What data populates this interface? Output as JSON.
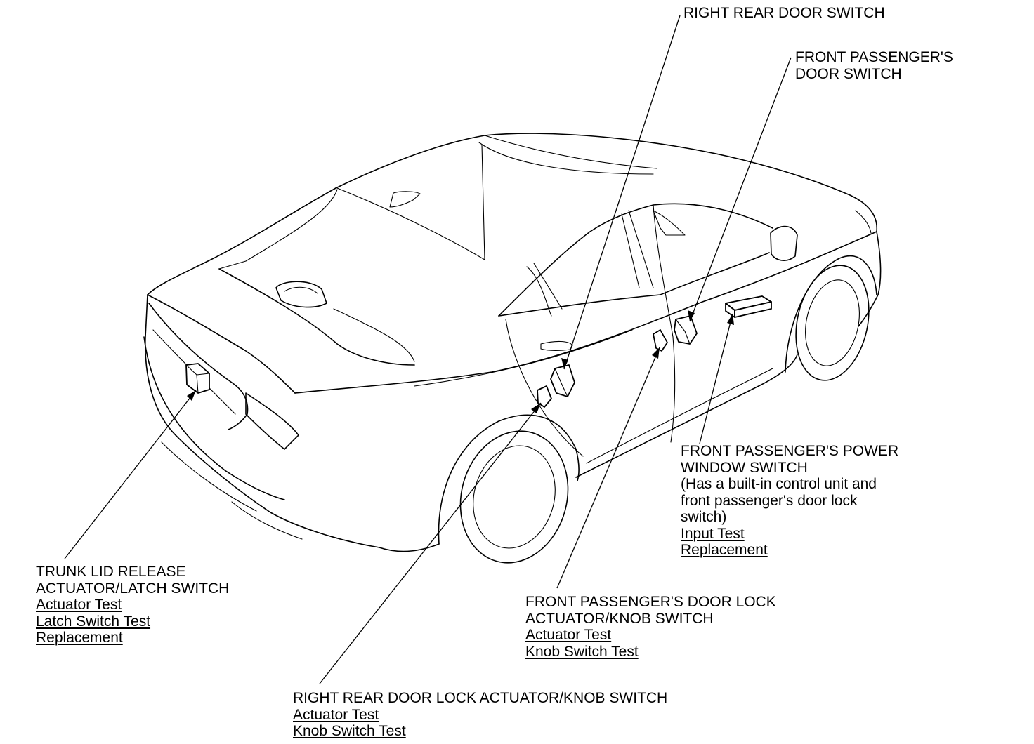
{
  "callouts": {
    "right_rear_door_switch": {
      "title": [
        "RIGHT REAR DOOR SWITCH"
      ],
      "links": []
    },
    "front_passenger_door_switch": {
      "title": [
        "FRONT PASSENGER'S",
        "DOOR SWITCH"
      ],
      "links": []
    },
    "front_passenger_power_window_switch": {
      "title": [
        "FRONT PASSENGER'S POWER",
        "WINDOW SWITCH"
      ],
      "notes": [
        "(Has a built-in control unit and",
        "front passenger's door lock",
        "switch)"
      ],
      "links": [
        "Input Test",
        "Replacement"
      ]
    },
    "trunk_lid_release": {
      "title": [
        "TRUNK LID RELEASE",
        "ACTUATOR/LATCH SWITCH"
      ],
      "links": [
        "Actuator Test",
        "Latch Switch Test",
        "Replacement"
      ]
    },
    "front_passenger_door_lock": {
      "title": [
        "FRONT PASSENGER'S DOOR LOCK",
        "ACTUATOR/KNOB SWITCH"
      ],
      "links": [
        "Actuator Test",
        "Knob Switch Test"
      ]
    },
    "right_rear_door_lock": {
      "title": [
        "RIGHT REAR DOOR LOCK ACTUATOR/KNOB SWITCH"
      ],
      "links": [
        "Actuator Test",
        "Knob Switch Test"
      ]
    }
  }
}
